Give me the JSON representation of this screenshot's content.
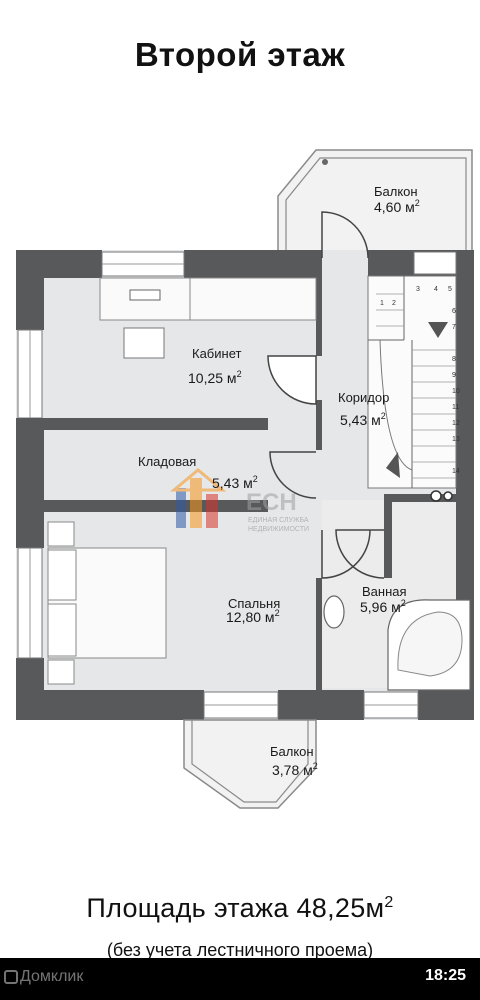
{
  "title": "Второй этаж",
  "rooms": [
    {
      "name": "Балкон",
      "area": "4,60 м"
    },
    {
      "name": "Кабинет",
      "area": "10,25 м"
    },
    {
      "name": "Коридор",
      "area": "5,43 м"
    },
    {
      "name": "Кладовая",
      "area": "5,43 м"
    },
    {
      "name": "Спальня",
      "area": "12,80 м"
    },
    {
      "name": "Ванная",
      "area": "5,96 м"
    },
    {
      "name": "Балкон",
      "area": "3,78 м"
    }
  ],
  "superscript": "2",
  "stair_steps": [
    "1",
    "2",
    "3",
    "4",
    "5",
    "6",
    "7",
    "8",
    "9",
    "10",
    "11",
    "12",
    "13",
    "14"
  ],
  "watermark": {
    "letters": "ЕСН",
    "line1": "ЕДИНАЯ СЛУЖБА",
    "line2": "НЕДВИЖИМОСТИ"
  },
  "footer": {
    "area_text": "Площадь этажа 48,25м",
    "note": "(без учета лестничного проема)"
  },
  "status_bar": {
    "app_name": "Домклик",
    "time": "18:25"
  },
  "colors": {
    "wall": "#58595b",
    "floor": "#e6e7e8",
    "balcony": "#f2f2f2",
    "watermark_orange": "#f7941d",
    "watermark_blue": "#2e5aa8",
    "watermark_red": "#d9342b"
  }
}
